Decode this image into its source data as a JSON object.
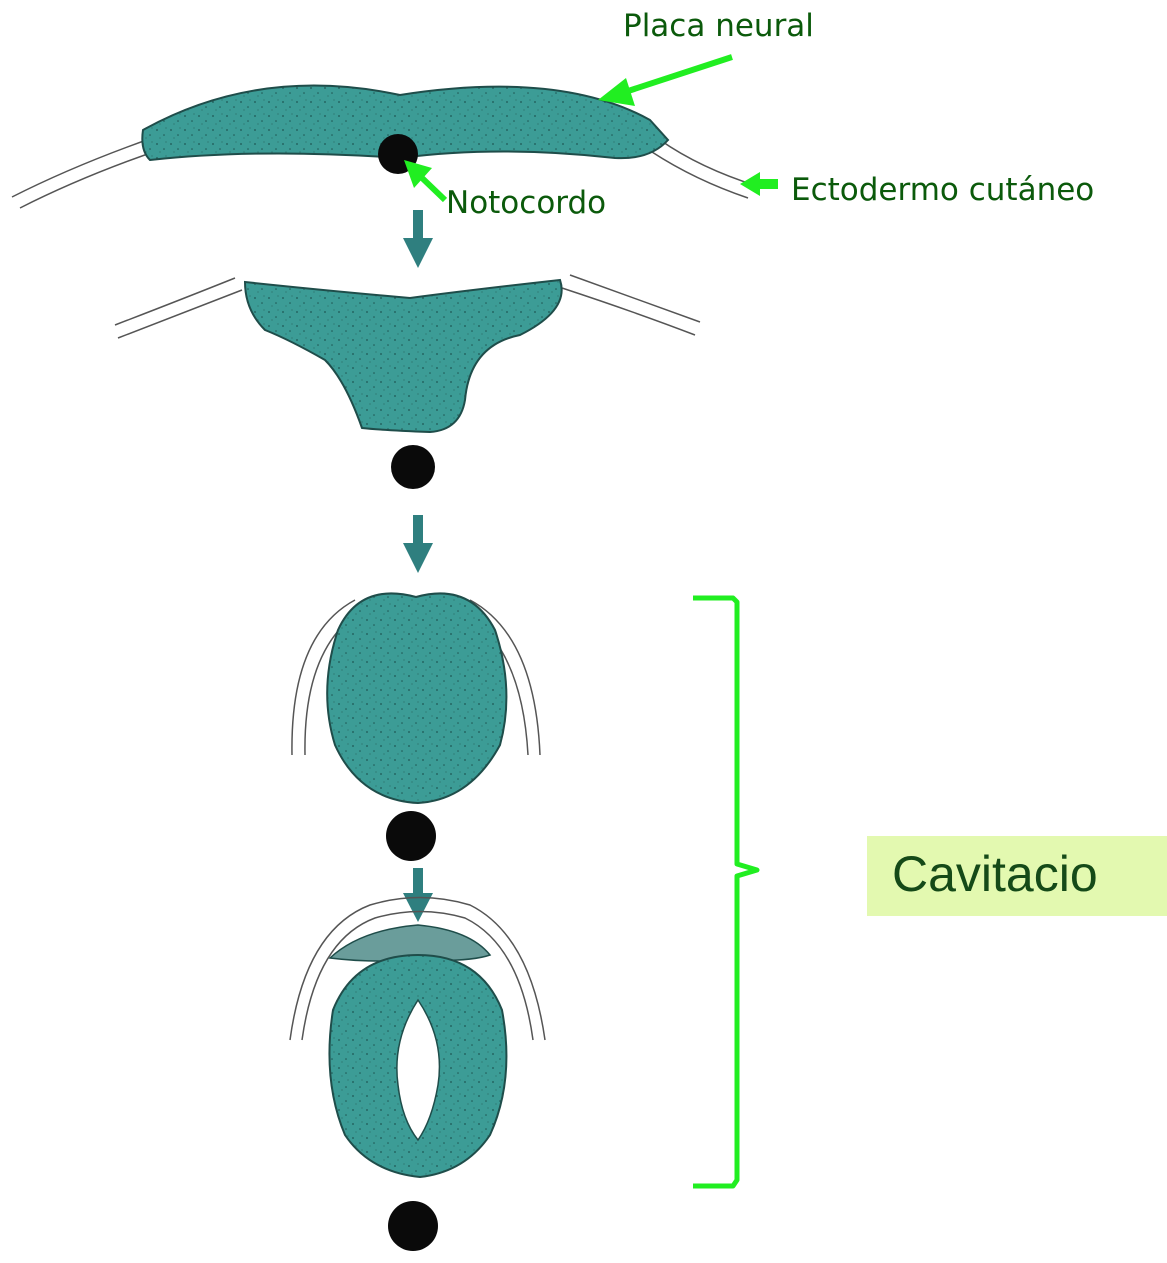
{
  "labels": {
    "neural_plate": "Placa neural",
    "notochord": "Notocordo",
    "skin_ectoderm": "Ectodermo cutáneo",
    "process": "Cavitacio"
  },
  "stages": [
    {
      "name": "neural-plate-stage"
    },
    {
      "name": "neural-groove-stage"
    },
    {
      "name": "solid-neural-cord-stage"
    },
    {
      "name": "cavitation-stage"
    }
  ],
  "colors": {
    "tissue": "#3c9c96",
    "tissue_outline": "#1f4d4a",
    "stage_arrow": "#2f7f7f",
    "annotation_green": "#21ee21",
    "label_text": "#0b5a0b",
    "highlight_box": "#e3f9b0",
    "highlight_text": "#154a18"
  }
}
